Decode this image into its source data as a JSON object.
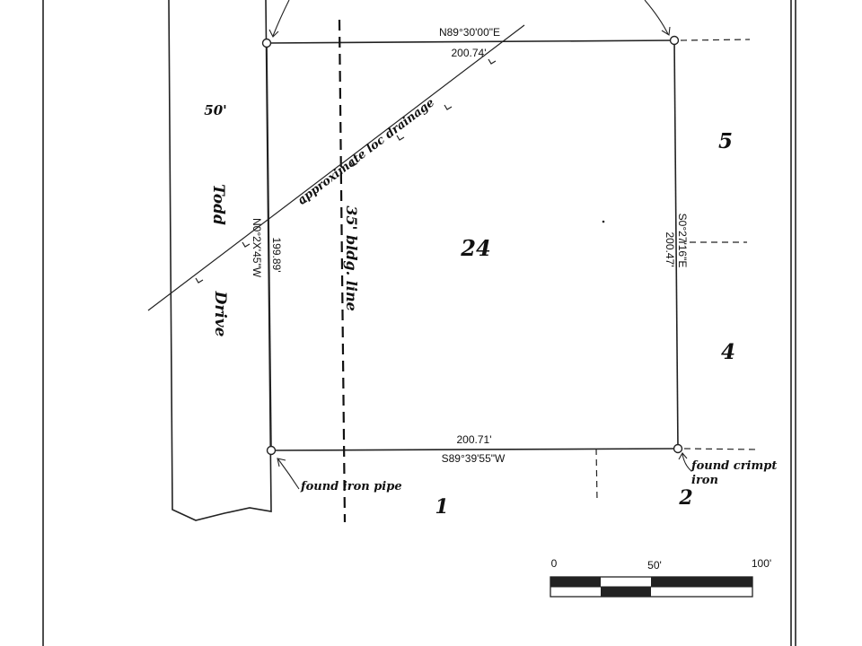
{
  "road": {
    "width_label": "50'",
    "name_word1": "Todd",
    "name_word2": "Drive"
  },
  "lot": {
    "number": "24",
    "north_bearing": "N89°30'00\"E",
    "north_distance": "200.74'",
    "east_bearing": "S0°27'16\"E",
    "east_distance": "200.47'",
    "south_distance": "200.71'",
    "south_bearing": "S89°39'55\"W",
    "west_bearing": "N0°2X'45\"W",
    "west_distance": "199.89'"
  },
  "drainage_label": "approximate loc drainage",
  "building_line_label": "35' bldg. line",
  "neighbors": {
    "lot_5": "5",
    "lot_4": "4",
    "lot_1": "1",
    "lot_2": "2"
  },
  "annotations": {
    "found_iron_pipe": "found iron pipe",
    "found_crimpt_1": "found crimpt",
    "found_crimpt_2": "iron"
  },
  "scale_bar": {
    "label_0": "0",
    "label_50": "50'",
    "label_100": "100'"
  }
}
